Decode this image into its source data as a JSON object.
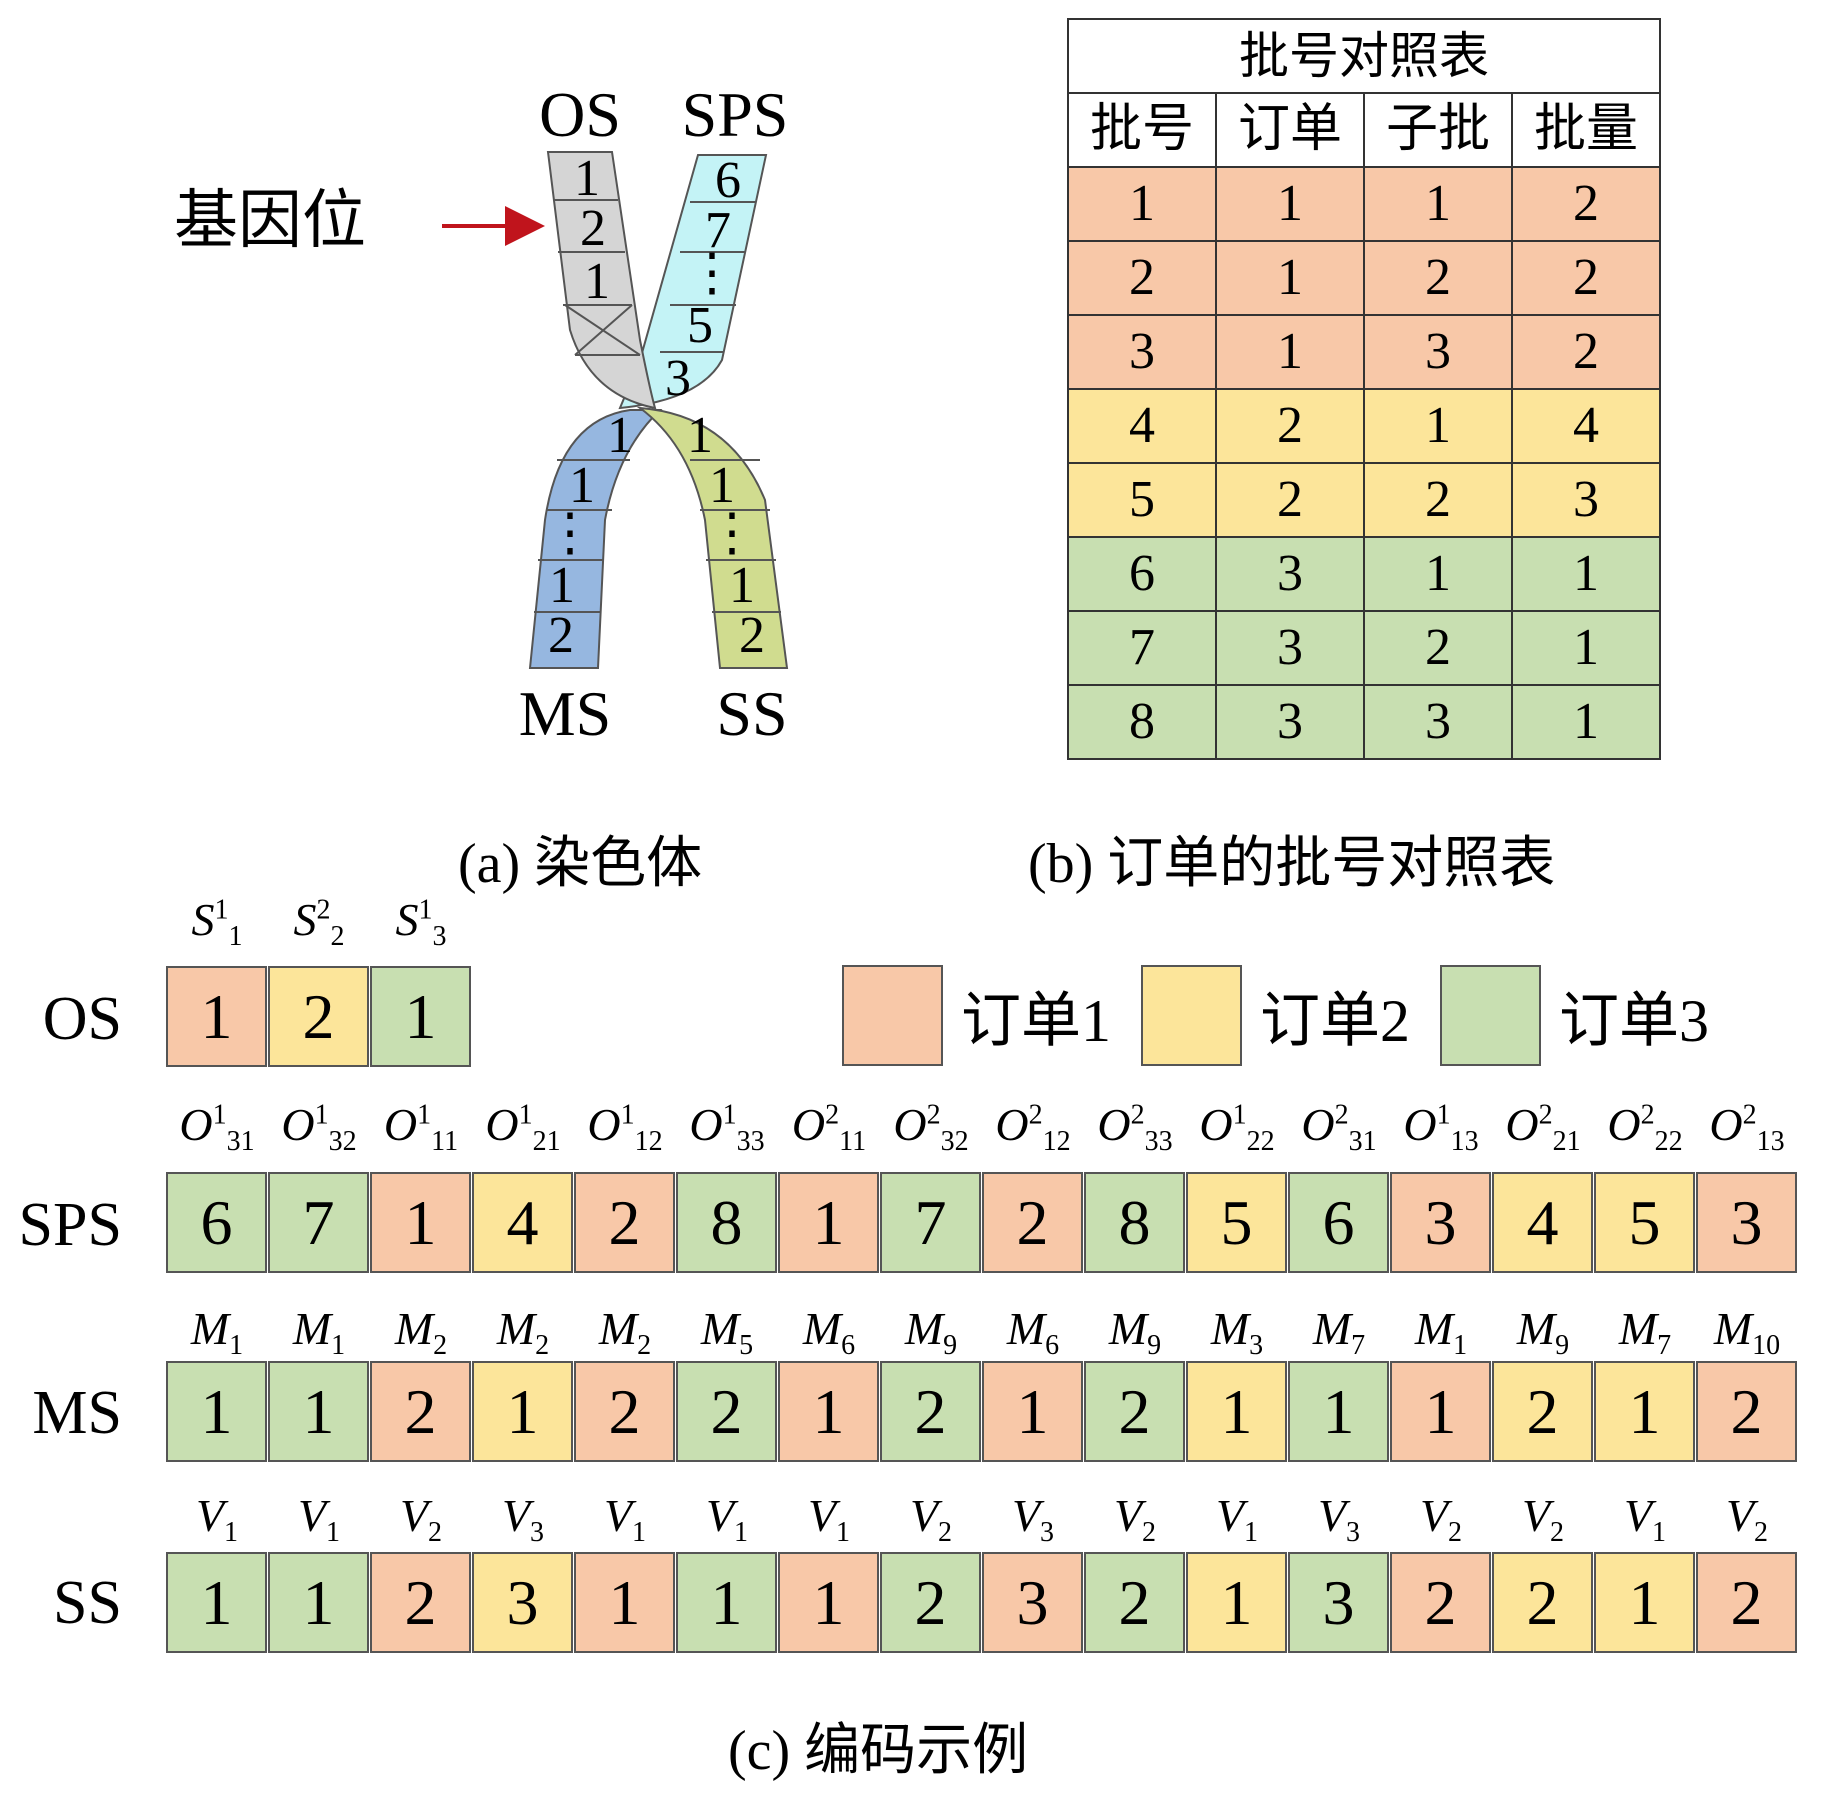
{
  "colors": {
    "order1": "#f8c8a8",
    "order2": "#fce59a",
    "order3": "#c8dfb1",
    "os_strand": "#d5d5d5",
    "sps_strand": "#c4f3f6",
    "ms_strand": "#96b7e0",
    "ss_strand": "#d0dc8f",
    "arrow": "#c0141c"
  },
  "panel_a": {
    "label_os": "OS",
    "label_sps": "SPS",
    "label_ms": "MS",
    "label_ss": "SS",
    "gene_locus": "基因位",
    "os_genes": [
      "1",
      "2",
      "1"
    ],
    "sps_genes": [
      "6",
      "7",
      "⋮",
      "5",
      "3"
    ],
    "ms_genes": [
      "1",
      "1",
      "⋮",
      "1",
      "2"
    ],
    "ss_genes": [
      "1",
      "1",
      "⋮",
      "1",
      "2"
    ],
    "caption": "(a) 染色体"
  },
  "panel_b": {
    "title": "批号对照表",
    "headers": [
      "批号",
      "订单",
      "子批",
      "批量"
    ],
    "rows": [
      {
        "order": 1,
        "cells": [
          "1",
          "1",
          "1",
          "2"
        ]
      },
      {
        "order": 1,
        "cells": [
          "2",
          "1",
          "2",
          "2"
        ]
      },
      {
        "order": 1,
        "cells": [
          "3",
          "1",
          "3",
          "2"
        ]
      },
      {
        "order": 2,
        "cells": [
          "4",
          "2",
          "1",
          "4"
        ]
      },
      {
        "order": 2,
        "cells": [
          "5",
          "2",
          "2",
          "3"
        ]
      },
      {
        "order": 3,
        "cells": [
          "6",
          "3",
          "1",
          "1"
        ]
      },
      {
        "order": 3,
        "cells": [
          "7",
          "3",
          "2",
          "1"
        ]
      },
      {
        "order": 3,
        "cells": [
          "8",
          "3",
          "3",
          "1"
        ]
      }
    ],
    "caption": "(b) 订单的批号对照表"
  },
  "panel_c": {
    "legend": [
      {
        "order": 1,
        "label": "订单1"
      },
      {
        "order": 2,
        "label": "订单2"
      },
      {
        "order": 3,
        "label": "订单3"
      }
    ],
    "os": {
      "name": "OS",
      "labels": [
        [
          "S",
          "1",
          "1"
        ],
        [
          "S",
          "2",
          "2"
        ],
        [
          "S",
          "3",
          "1"
        ]
      ],
      "cells": [
        {
          "v": "1",
          "o": 1
        },
        {
          "v": "2",
          "o": 2
        },
        {
          "v": "1",
          "o": 3
        }
      ]
    },
    "sps": {
      "name": "SPS",
      "labels": [
        [
          "O",
          "31",
          "1"
        ],
        [
          "O",
          "32",
          "1"
        ],
        [
          "O",
          "11",
          "1"
        ],
        [
          "O",
          "21",
          "1"
        ],
        [
          "O",
          "12",
          "1"
        ],
        [
          "O",
          "33",
          "1"
        ],
        [
          "O",
          "11",
          "2"
        ],
        [
          "O",
          "32",
          "2"
        ],
        [
          "O",
          "12",
          "2"
        ],
        [
          "O",
          "33",
          "2"
        ],
        [
          "O",
          "22",
          "1"
        ],
        [
          "O",
          "31",
          "2"
        ],
        [
          "O",
          "13",
          "1"
        ],
        [
          "O",
          "21",
          "2"
        ],
        [
          "O",
          "22",
          "2"
        ],
        [
          "O",
          "13",
          "2"
        ]
      ],
      "cells": [
        {
          "v": "6",
          "o": 3
        },
        {
          "v": "7",
          "o": 3
        },
        {
          "v": "1",
          "o": 1
        },
        {
          "v": "4",
          "o": 2
        },
        {
          "v": "2",
          "o": 1
        },
        {
          "v": "8",
          "o": 3
        },
        {
          "v": "1",
          "o": 1
        },
        {
          "v": "7",
          "o": 3
        },
        {
          "v": "2",
          "o": 1
        },
        {
          "v": "8",
          "o": 3
        },
        {
          "v": "5",
          "o": 2
        },
        {
          "v": "6",
          "o": 3
        },
        {
          "v": "3",
          "o": 1
        },
        {
          "v": "4",
          "o": 2
        },
        {
          "v": "5",
          "o": 2
        },
        {
          "v": "3",
          "o": 1
        }
      ]
    },
    "ms": {
      "name": "MS",
      "labels": [
        [
          "M",
          "1",
          ""
        ],
        [
          "M",
          "1",
          ""
        ],
        [
          "M",
          "2",
          ""
        ],
        [
          "M",
          "2",
          ""
        ],
        [
          "M",
          "2",
          ""
        ],
        [
          "M",
          "5",
          ""
        ],
        [
          "M",
          "6",
          ""
        ],
        [
          "M",
          "9",
          ""
        ],
        [
          "M",
          "6",
          ""
        ],
        [
          "M",
          "9",
          ""
        ],
        [
          "M",
          "3",
          ""
        ],
        [
          "M",
          "7",
          ""
        ],
        [
          "M",
          "1",
          ""
        ],
        [
          "M",
          "9",
          ""
        ],
        [
          "M",
          "7",
          ""
        ],
        [
          "M",
          "10",
          ""
        ]
      ],
      "cells": [
        {
          "v": "1",
          "o": 3
        },
        {
          "v": "1",
          "o": 3
        },
        {
          "v": "2",
          "o": 1
        },
        {
          "v": "1",
          "o": 2
        },
        {
          "v": "2",
          "o": 1
        },
        {
          "v": "2",
          "o": 3
        },
        {
          "v": "1",
          "o": 1
        },
        {
          "v": "2",
          "o": 3
        },
        {
          "v": "1",
          "o": 1
        },
        {
          "v": "2",
          "o": 3
        },
        {
          "v": "1",
          "o": 2
        },
        {
          "v": "1",
          "o": 3
        },
        {
          "v": "1",
          "o": 1
        },
        {
          "v": "2",
          "o": 2
        },
        {
          "v": "1",
          "o": 2
        },
        {
          "v": "2",
          "o": 1
        }
      ]
    },
    "ss": {
      "name": "SS",
      "labels": [
        [
          "V",
          "1",
          ""
        ],
        [
          "V",
          "1",
          ""
        ],
        [
          "V",
          "2",
          ""
        ],
        [
          "V",
          "3",
          ""
        ],
        [
          "V",
          "1",
          ""
        ],
        [
          "V",
          "1",
          ""
        ],
        [
          "V",
          "1",
          ""
        ],
        [
          "V",
          "2",
          ""
        ],
        [
          "V",
          "3",
          ""
        ],
        [
          "V",
          "2",
          ""
        ],
        [
          "V",
          "1",
          ""
        ],
        [
          "V",
          "3",
          ""
        ],
        [
          "V",
          "2",
          ""
        ],
        [
          "V",
          "2",
          ""
        ],
        [
          "V",
          "1",
          ""
        ],
        [
          "V",
          "2",
          ""
        ]
      ],
      "cells": [
        {
          "v": "1",
          "o": 3
        },
        {
          "v": "1",
          "o": 3
        },
        {
          "v": "2",
          "o": 1
        },
        {
          "v": "3",
          "o": 2
        },
        {
          "v": "1",
          "o": 1
        },
        {
          "v": "1",
          "o": 3
        },
        {
          "v": "1",
          "o": 1
        },
        {
          "v": "2",
          "o": 3
        },
        {
          "v": "3",
          "o": 1
        },
        {
          "v": "2",
          "o": 3
        },
        {
          "v": "1",
          "o": 2
        },
        {
          "v": "3",
          "o": 3
        },
        {
          "v": "2",
          "o": 1
        },
        {
          "v": "2",
          "o": 2
        },
        {
          "v": "1",
          "o": 2
        },
        {
          "v": "2",
          "o": 1
        }
      ]
    },
    "caption": "(c) 编码示例"
  }
}
